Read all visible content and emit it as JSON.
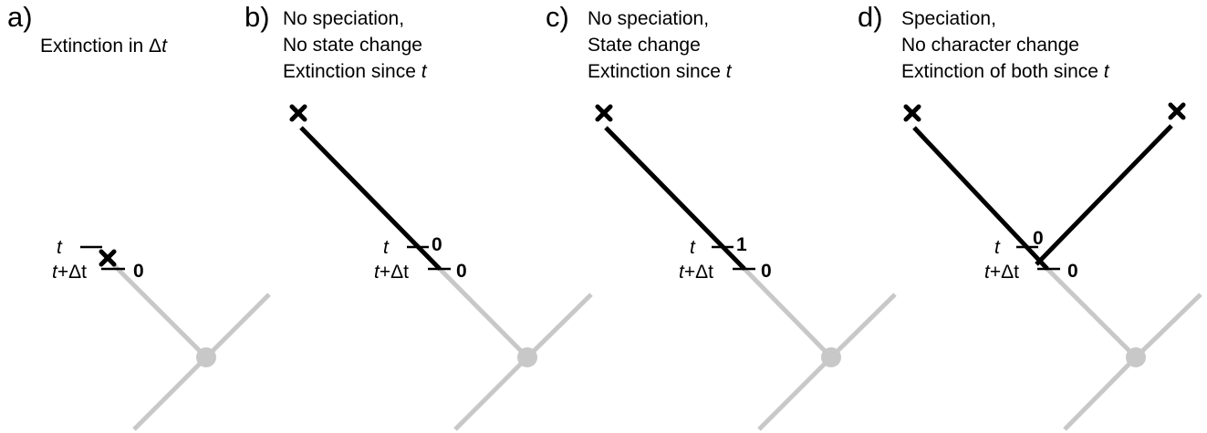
{
  "time_labels": {
    "t": "t",
    "plus": "+Δt"
  },
  "panels": [
    {
      "letter": "a)",
      "caption": [
        "Extinction in Δt"
      ],
      "states": [
        "0"
      ]
    },
    {
      "letter": "b)",
      "caption": [
        "No speciation,",
        "No state change",
        "Extinction since t"
      ],
      "states": [
        "0",
        "0"
      ]
    },
    {
      "letter": "c)",
      "caption": [
        "No speciation,",
        "State change",
        "Extinction since t"
      ],
      "states": [
        "1",
        "0"
      ]
    },
    {
      "letter": "d)",
      "caption": [
        "Speciation,",
        "No character change",
        "Extinction of both since t"
      ],
      "states": [
        "0",
        "0"
      ]
    }
  ]
}
